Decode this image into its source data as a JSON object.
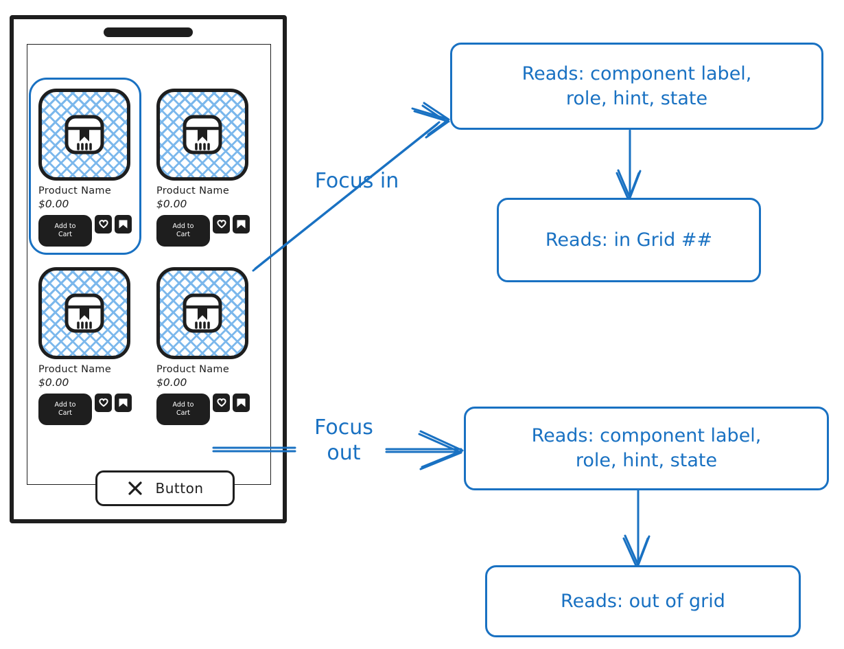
{
  "colors": {
    "ink": "#1e1e1e",
    "accent_blue": "#1971c2",
    "hatch_blue": "#7cb8ec",
    "background": "#ffffff"
  },
  "phone": {
    "speaker_label": "phone-speaker",
    "products": [
      {
        "name": "Product Name",
        "price": "$0.00",
        "add_to_cart_label": "Add to\nCart",
        "favorite_icon": "heart-icon",
        "share_icon": "share-icon",
        "image_icon": "package-box-icon",
        "focused": true
      },
      {
        "name": "Product Name",
        "price": "$0.00",
        "add_to_cart_label": "Add to\nCart",
        "favorite_icon": "heart-icon",
        "share_icon": "share-icon",
        "image_icon": "package-box-icon",
        "focused": false
      },
      {
        "name": "Product Name",
        "price": "$0.00",
        "add_to_cart_label": "Add to\nCart",
        "favorite_icon": "heart-icon",
        "share_icon": "share-icon",
        "image_icon": "package-box-icon",
        "focused": false
      },
      {
        "name": "Product Name",
        "price": "$0.00",
        "add_to_cart_label": "Add to\nCart",
        "favorite_icon": "heart-icon",
        "share_icon": "share-icon",
        "image_icon": "package-box-icon",
        "focused": false
      }
    ],
    "bottom_button": {
      "icon": "x-close-icon",
      "label": "Button"
    }
  },
  "diagram": {
    "edges": [
      {
        "label": "Focus in"
      },
      {
        "label": "Focus\nout"
      }
    ],
    "notes": [
      {
        "id": "focus-in-announcement",
        "text": "Reads: component label,\nrole, hint, state"
      },
      {
        "id": "focus-in-grid-position",
        "text": "Reads: in Grid ##"
      },
      {
        "id": "focus-out-announcement",
        "text": "Reads: component label,\nrole, hint, state"
      },
      {
        "id": "focus-out-of-grid",
        "text": "Reads: out of grid"
      }
    ]
  }
}
